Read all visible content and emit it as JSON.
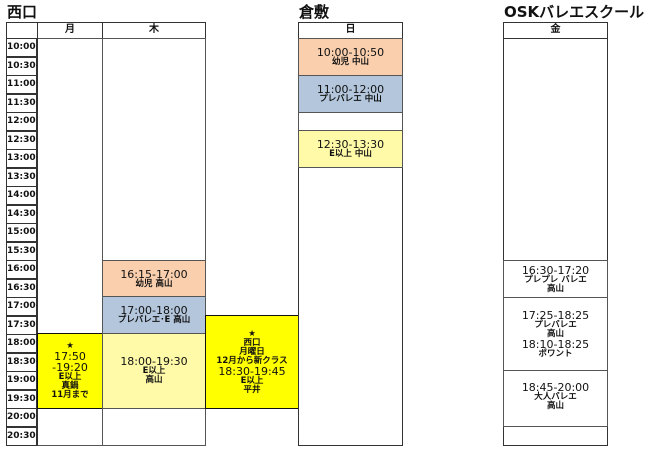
{
  "sections": {
    "nishiguchi": "西口",
    "kurashiki": "倉敷",
    "osk": "OSKバレエスクール"
  },
  "days": {
    "mon": "月",
    "thu": "木",
    "sun": "日",
    "fri": "金"
  },
  "times": [
    "10:00",
    "10:30",
    "11:00",
    "11:30",
    "12:00",
    "12:30",
    "13:00",
    "13:30",
    "14:00",
    "14:30",
    "15:00",
    "15:30",
    "16:00",
    "16:30",
    "17:00",
    "17:30",
    "18:00",
    "18:30",
    "19:00",
    "19:30",
    "20:00",
    "20:30"
  ],
  "classes": {
    "thu1": {
      "time": "16:15-17:00",
      "desc": "幼児 高山"
    },
    "thu2": {
      "time": "17:00-18:00",
      "desc": "プレバレエ･E 高山"
    },
    "mon1": {
      "star": "★",
      "time1": "17:50",
      "time2": "-19:20",
      "l1": "E以上",
      "l2": "真鍋",
      "l3": "11月まで"
    },
    "thu3": {
      "time": "18:00-19:30",
      "l1": "E以上",
      "l2": "高山"
    },
    "extra": {
      "star": "★",
      "l1": "西口",
      "l2": "月曜日",
      "l3": "12月から新クラス",
      "time": "18:30-19:45",
      "l4": "E以上",
      "l5": "平井"
    },
    "sun1": {
      "time": "10:00-10:50",
      "desc": "幼児 中山"
    },
    "sun2": {
      "time": "11:00-12:00",
      "desc": "プレバレエ 中山"
    },
    "sun3": {
      "time": "12:30-13:30",
      "desc": "E以上 中山"
    },
    "fri1": {
      "time": "16:30-17:20",
      "l1": "プレプレ バレエ",
      "l2": "高山"
    },
    "fri2": {
      "time": "17:25-18:25",
      "l1": "プレバレエ",
      "l2": "高山",
      "time2": "18:10-18:25",
      "l3": "ポワント"
    },
    "fri3": {
      "time": "18:45-20:00",
      "l1": "大人バレエ",
      "l2": "高山"
    }
  }
}
